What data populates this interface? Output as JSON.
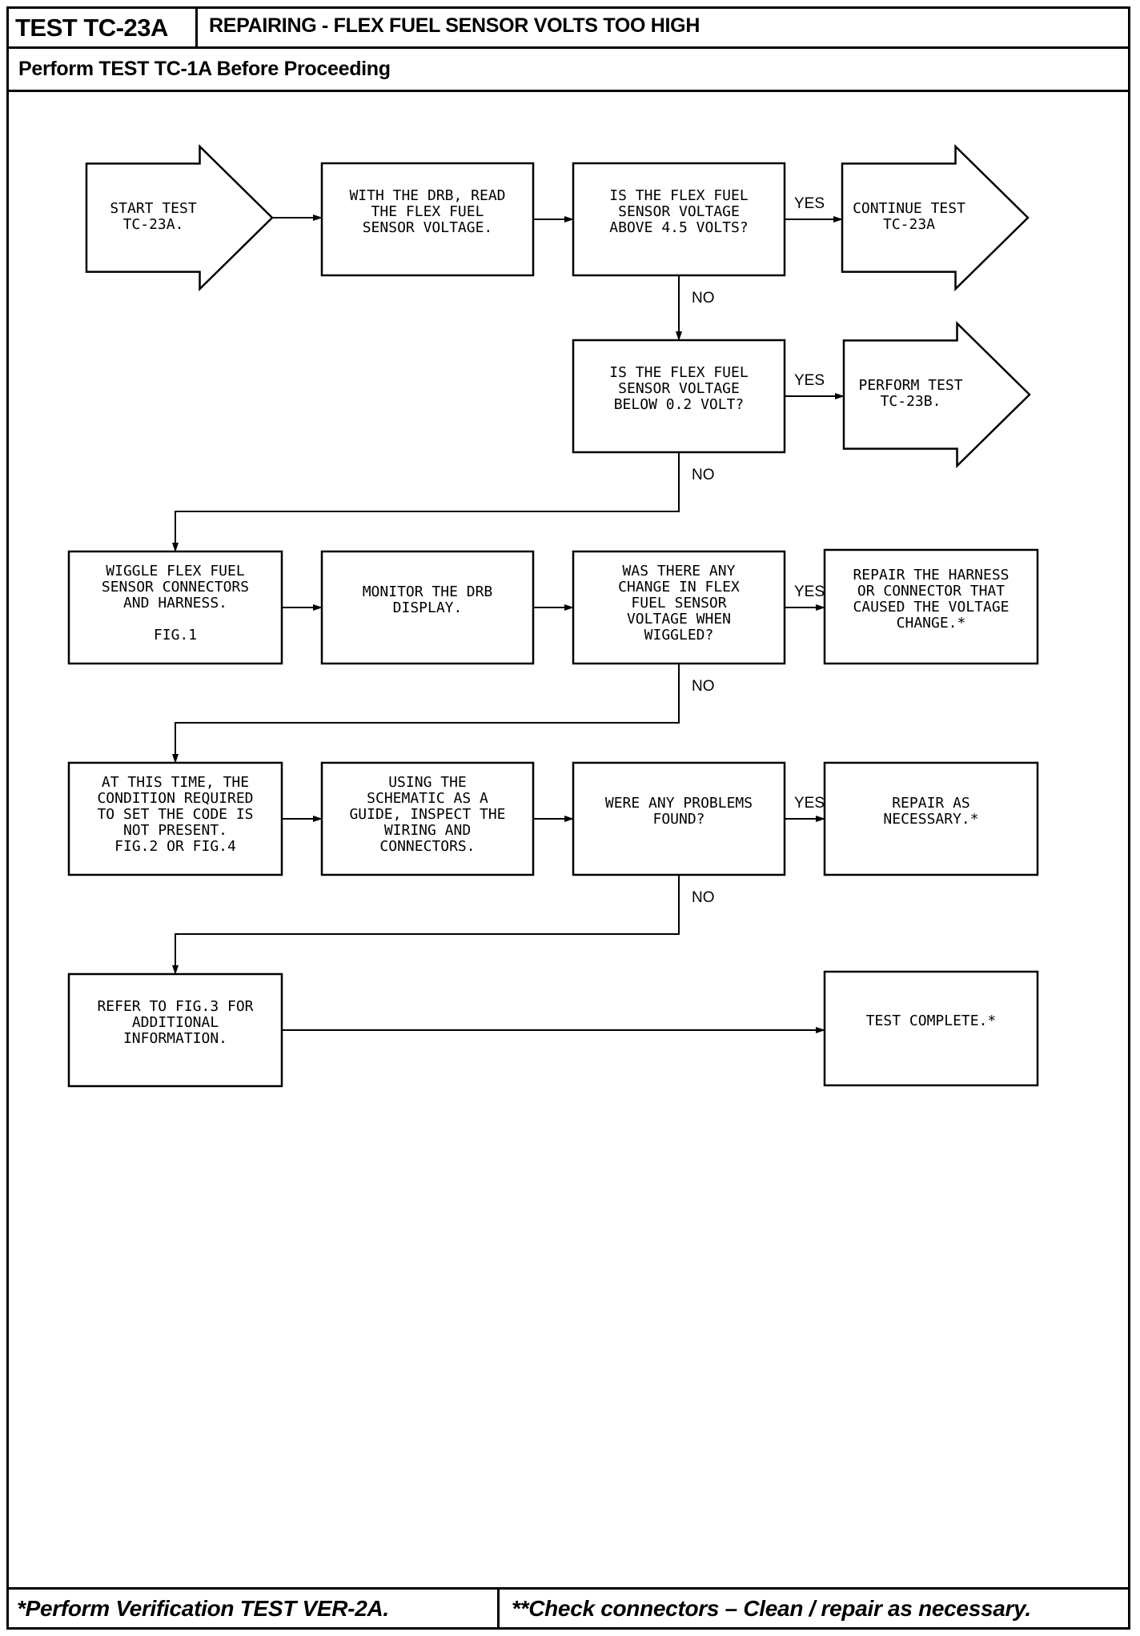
{
  "header": {
    "test_id": "TEST TC-23A",
    "title": "REPAIRING - FLEX FUEL SENSOR VOLTS TOO HIGH",
    "prerequisite": "Perform TEST TC-1A Before Proceeding"
  },
  "footer": {
    "left_note": "*Perform Verification TEST VER-2A.",
    "right_note": "**Check connectors – Clean / repair as necessary."
  },
  "flowchart": {
    "nodes": [
      {
        "id": "start",
        "shape": "arrow",
        "lines": [
          "START TEST",
          "TC-23A."
        ]
      },
      {
        "id": "read-voltage",
        "shape": "box",
        "lines": [
          "WITH THE DRB, READ",
          "THE FLEX FUEL",
          "SENSOR VOLTAGE."
        ]
      },
      {
        "id": "above-4-5",
        "shape": "box",
        "lines": [
          "IS THE FLEX FUEL",
          "SENSOR VOLTAGE",
          "ABOVE 4.5 VOLTS?"
        ]
      },
      {
        "id": "continue-tc23a",
        "shape": "arrow",
        "lines": [
          "CONTINUE TEST",
          "TC-23A"
        ]
      },
      {
        "id": "below-0-2",
        "shape": "box",
        "lines": [
          "IS THE FLEX FUEL",
          "SENSOR VOLTAGE",
          "BELOW 0.2 VOLT?"
        ]
      },
      {
        "id": "perform-tc23b",
        "shape": "arrow",
        "lines": [
          "PERFORM TEST",
          "TC-23B."
        ]
      },
      {
        "id": "wiggle",
        "shape": "box",
        "lines": [
          "WIGGLE FLEX FUEL",
          "SENSOR CONNECTORS",
          "AND HARNESS.",
          "",
          "FIG.1"
        ]
      },
      {
        "id": "monitor",
        "shape": "box",
        "lines": [
          "MONITOR THE DRB",
          "DISPLAY."
        ]
      },
      {
        "id": "any-change",
        "shape": "box",
        "lines": [
          "WAS THERE ANY",
          "CHANGE IN FLEX",
          "FUEL SENSOR",
          "VOLTAGE WHEN",
          "WIGGLED?"
        ]
      },
      {
        "id": "repair-harness",
        "shape": "box",
        "lines": [
          "REPAIR THE HARNESS",
          "OR CONNECTOR THAT",
          "CAUSED THE VOLTAGE",
          "CHANGE.*"
        ]
      },
      {
        "id": "condition-not-present",
        "shape": "box",
        "lines": [
          "AT THIS TIME, THE",
          "CONDITION REQUIRED",
          "TO SET THE CODE IS",
          "NOT PRESENT.",
          "FIG.2 OR FIG.4"
        ]
      },
      {
        "id": "inspect-wiring",
        "shape": "box",
        "lines": [
          "USING THE",
          "SCHEMATIC AS A",
          "GUIDE, INSPECT THE",
          "WIRING AND",
          "CONNECTORS."
        ]
      },
      {
        "id": "problems-found",
        "shape": "box",
        "lines": [
          "WERE ANY PROBLEMS",
          "FOUND?"
        ]
      },
      {
        "id": "repair-necessary",
        "shape": "box",
        "lines": [
          "REPAIR AS",
          "NECESSARY.*"
        ]
      },
      {
        "id": "refer-fig3",
        "shape": "box",
        "lines": [
          "REFER TO FIG.3 FOR",
          "ADDITIONAL",
          "INFORMATION."
        ]
      },
      {
        "id": "test-complete",
        "shape": "box",
        "lines": [
          "TEST COMPLETE.*"
        ]
      }
    ],
    "edges": [
      {
        "from": "start",
        "to": "read-voltage",
        "label": ""
      },
      {
        "from": "read-voltage",
        "to": "above-4-5",
        "label": ""
      },
      {
        "from": "above-4-5",
        "to": "continue-tc23a",
        "label": "YES"
      },
      {
        "from": "above-4-5",
        "to": "below-0-2",
        "label": "NO"
      },
      {
        "from": "below-0-2",
        "to": "perform-tc23b",
        "label": "YES"
      },
      {
        "from": "below-0-2",
        "to": "wiggle",
        "label": "NO"
      },
      {
        "from": "wiggle",
        "to": "monitor",
        "label": ""
      },
      {
        "from": "monitor",
        "to": "any-change",
        "label": ""
      },
      {
        "from": "any-change",
        "to": "repair-harness",
        "label": "YES"
      },
      {
        "from": "any-change",
        "to": "condition-not-present",
        "label": "NO"
      },
      {
        "from": "condition-not-present",
        "to": "inspect-wiring",
        "label": ""
      },
      {
        "from": "inspect-wiring",
        "to": "problems-found",
        "label": ""
      },
      {
        "from": "problems-found",
        "to": "repair-necessary",
        "label": "YES"
      },
      {
        "from": "problems-found",
        "to": "refer-fig3",
        "label": "NO"
      },
      {
        "from": "refer-fig3",
        "to": "test-complete",
        "label": ""
      }
    ]
  }
}
